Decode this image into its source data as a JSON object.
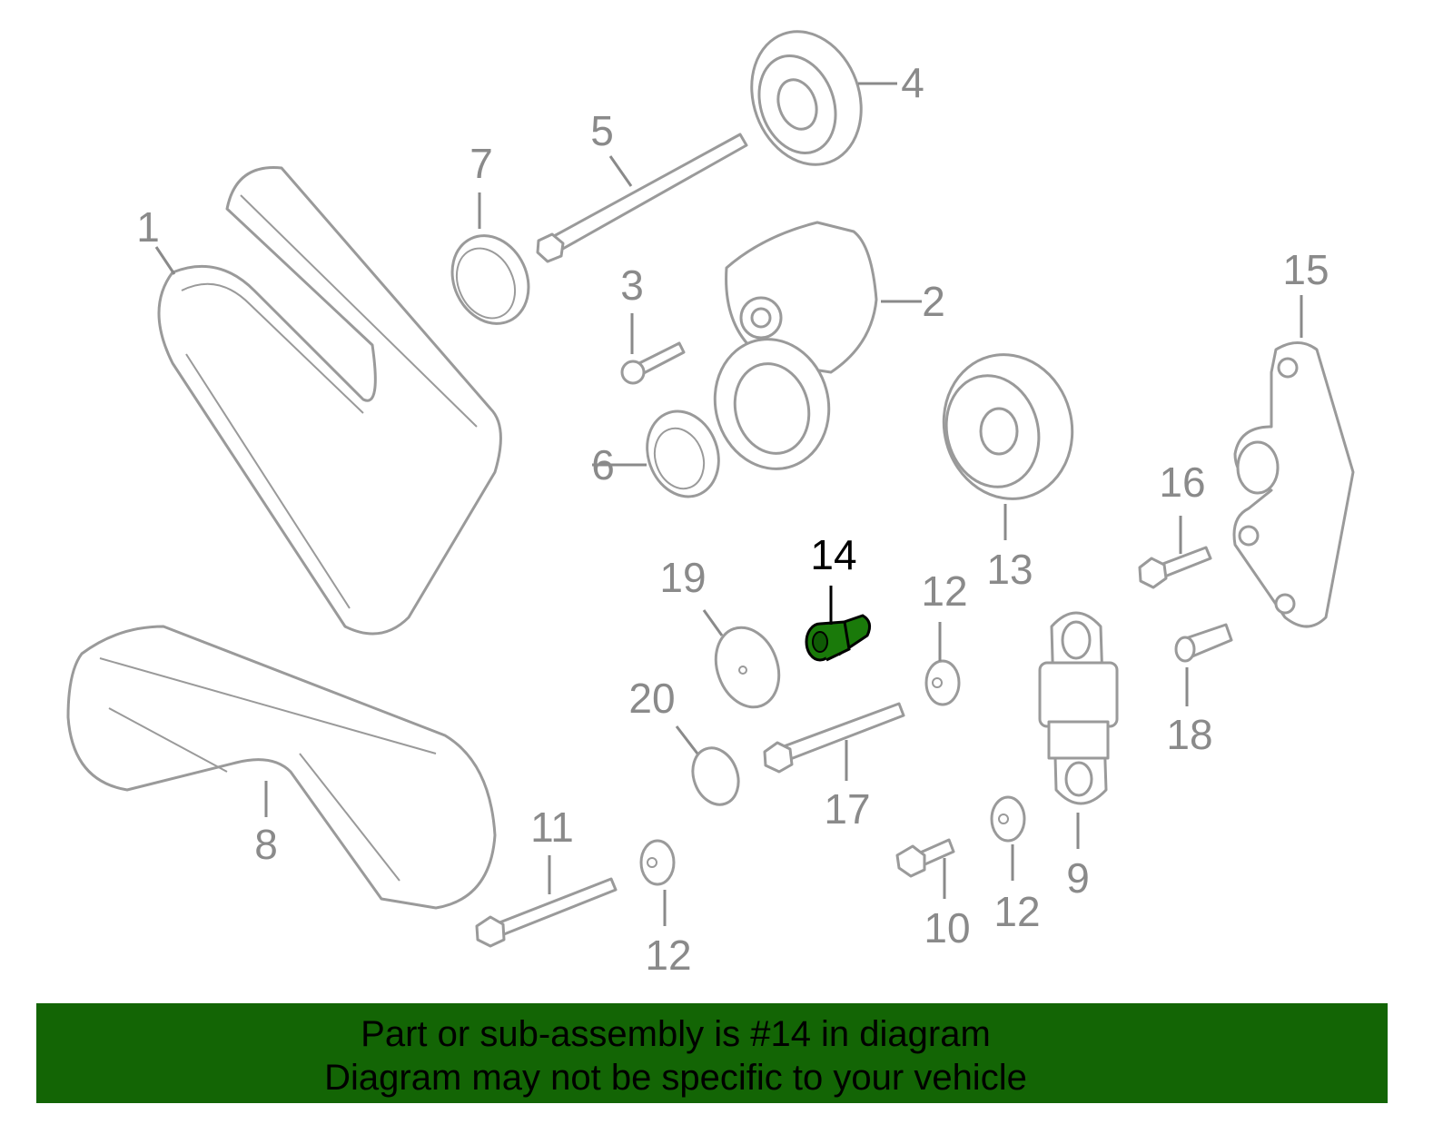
{
  "diagram": {
    "highlight_color": "#1a7a0a",
    "selected_part": "14",
    "labels": [
      "1",
      "2",
      "3",
      "4",
      "5",
      "6",
      "7",
      "8",
      "9",
      "10",
      "11",
      "12",
      "12",
      "12",
      "13",
      "14",
      "15",
      "16",
      "17",
      "18",
      "19",
      "20"
    ]
  },
  "banner": {
    "line1": "Part or sub-assembly is #14 in diagram",
    "line2": "Diagram may not be specific to your vehicle",
    "color": "#136505"
  }
}
